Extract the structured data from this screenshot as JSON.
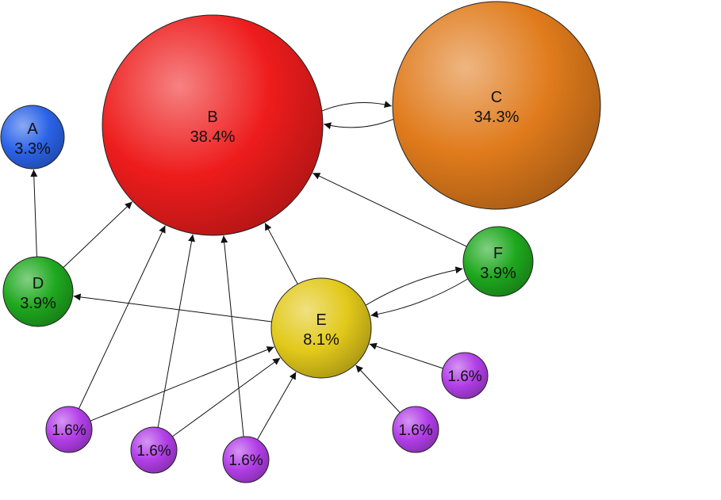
{
  "nodes": [
    {
      "id": "A",
      "name": "A",
      "value": "3.3%",
      "color": "#2b63e8"
    },
    {
      "id": "B",
      "name": "B",
      "value": "38.4%",
      "color": "#ee1c1c"
    },
    {
      "id": "C",
      "name": "C",
      "value": "34.3%",
      "color": "#e07b1c"
    },
    {
      "id": "D",
      "name": "D",
      "value": "3.9%",
      "color": "#1ea81e"
    },
    {
      "id": "E",
      "name": "E",
      "value": "8.1%",
      "color": "#e2c91a"
    },
    {
      "id": "F",
      "name": "F",
      "value": "3.9%",
      "color": "#1ea81e"
    },
    {
      "id": "P1",
      "name": "",
      "value": "1.6%",
      "color": "#b23ee8"
    },
    {
      "id": "P2",
      "name": "",
      "value": "1.6%",
      "color": "#b23ee8"
    },
    {
      "id": "P3",
      "name": "",
      "value": "1.6%",
      "color": "#b23ee8"
    },
    {
      "id": "P4",
      "name": "",
      "value": "1.6%",
      "color": "#b23ee8"
    },
    {
      "id": "P5",
      "name": "",
      "value": "1.6%",
      "color": "#b23ee8"
    }
  ],
  "edges": [
    {
      "from": "B",
      "to": "C"
    },
    {
      "from": "C",
      "to": "B"
    },
    {
      "from": "D",
      "to": "A"
    },
    {
      "from": "D",
      "to": "B"
    },
    {
      "from": "E",
      "to": "B"
    },
    {
      "from": "E",
      "to": "D"
    },
    {
      "from": "E",
      "to": "F"
    },
    {
      "from": "F",
      "to": "E"
    },
    {
      "from": "F",
      "to": "B"
    },
    {
      "from": "P1",
      "to": "B"
    },
    {
      "from": "P1",
      "to": "E"
    },
    {
      "from": "P2",
      "to": "B"
    },
    {
      "from": "P2",
      "to": "E"
    },
    {
      "from": "P3",
      "to": "B"
    },
    {
      "from": "P3",
      "to": "E"
    },
    {
      "from": "P4",
      "to": "E"
    },
    {
      "from": "P5",
      "to": "E"
    }
  ]
}
